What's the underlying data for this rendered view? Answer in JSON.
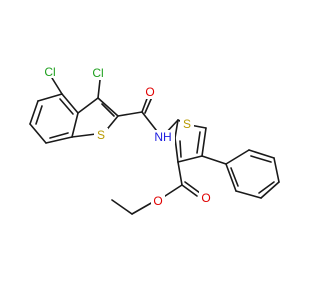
{
  "molecule": {
    "atom_labels": {
      "cl1": "Cl",
      "cl2": "Cl",
      "s_benzothiophene": "S",
      "o_amide": "O",
      "nh": "NH",
      "s_thiophene": "S",
      "o_carbonyl": "O",
      "o_ester": "O"
    },
    "colors": {
      "bond": "#1a1a1a",
      "chlorine": "#1fa01f",
      "sulfur": "#b89a00",
      "oxygen": "#e00000",
      "nitrogen": "#2020e0"
    }
  }
}
